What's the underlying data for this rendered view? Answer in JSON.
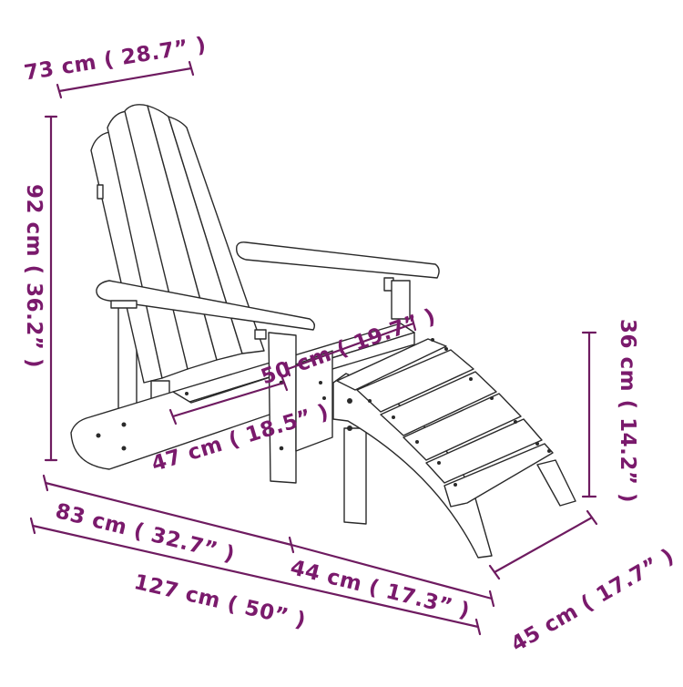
{
  "diagram": {
    "subject": "Adirondack chair with ottoman",
    "colors": {
      "dimension_line": "#6e1b60",
      "dimension_text": "#7a1a6c",
      "drawing_line": "#2a2a2a",
      "background": "#ffffff"
    },
    "dimensions": {
      "chair_width": {
        "label": "73 cm ( 28.7” )"
      },
      "chair_height": {
        "label": "92 cm ( 36.2” )"
      },
      "seat_width": {
        "label": "50 cm ( 19.7” )"
      },
      "seat_depth": {
        "label": "47 cm ( 18.5” )"
      },
      "chair_depth": {
        "label": "83 cm ( 32.7” )"
      },
      "ottoman_depth": {
        "label": "44 cm ( 17.3” )"
      },
      "total_length": {
        "label": "127 cm ( 50” )"
      },
      "ottoman_height": {
        "label": "36 cm ( 14.2” )"
      },
      "ottoman_width": {
        "label": "45 cm ( 17.7” )"
      }
    }
  }
}
